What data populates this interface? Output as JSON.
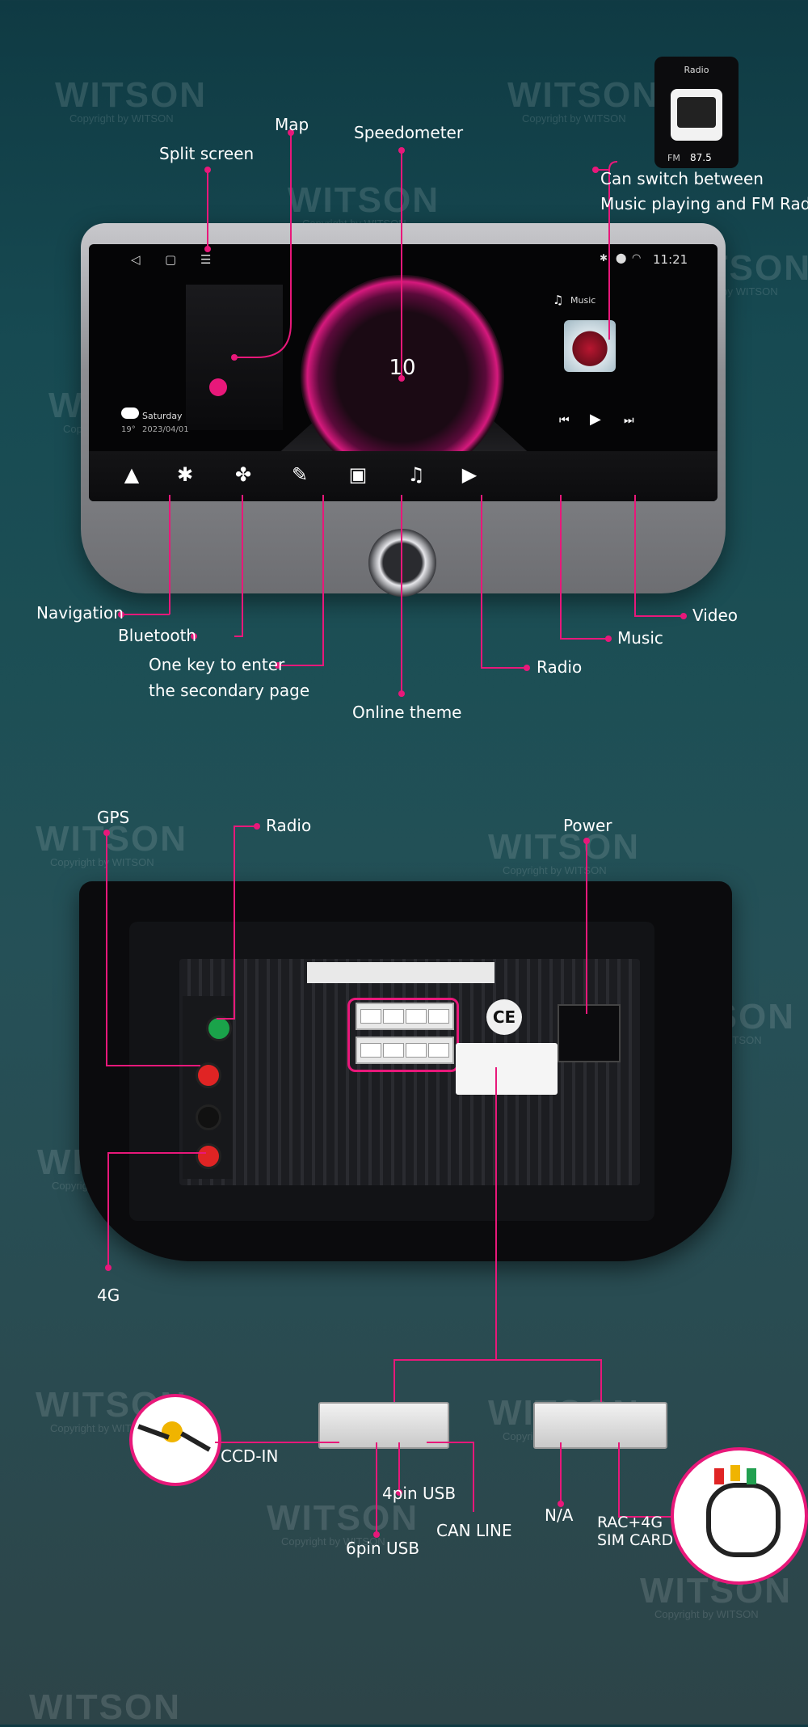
{
  "screen": {
    "clock": "11:21",
    "speed": "10",
    "music_label": "Music",
    "weather_day": "Saturday",
    "weather_temp": "19°",
    "weather_date": "2023/04/01"
  },
  "radio_popup": {
    "title": "Radio",
    "band": "FM",
    "frequency": "87.5"
  },
  "callouts_front": {
    "split_screen": "Split screen",
    "map": "Map",
    "speedometer": "Speedometer",
    "switch_line1": "Can switch between",
    "switch_line2": "Music playing and FM Radio",
    "navigation": "Navigation",
    "bluetooth": "Bluetooth",
    "one_key_line1": "One key to enter",
    "one_key_line2": "the secondary page",
    "online_theme": "Online theme",
    "radio": "Radio",
    "music": "Music",
    "video": "Video"
  },
  "callouts_back": {
    "gps": "GPS",
    "radio": "Radio",
    "power": "Power",
    "fourg": "4G",
    "ccd_in": "CCD-IN",
    "usb4": "4pin USB",
    "usb6": "6pin USB",
    "can_line": "CAN LINE",
    "na": "N/A",
    "rac_line1": "RAC+4G",
    "rac_line2": "SIM CARD"
  },
  "back_panel": {
    "ce_mark": "CE"
  },
  "watermark": {
    "brand": "WITSON",
    "copyright": "Copyright by WITSON"
  },
  "colors": {
    "accent": "#e8187a",
    "background_top": "#0f3a43",
    "background_bottom": "#2d4448"
  },
  "icons": [
    "back-icon",
    "home-icon",
    "menu-icon",
    "bluetooth-icon",
    "location-icon",
    "wifi-icon",
    "navigation-icon",
    "apps-icon",
    "theme-brush-icon",
    "radio-icon",
    "music-note-icon",
    "video-icon",
    "prev-icon",
    "play-icon",
    "next-icon",
    "weather-icon"
  ]
}
